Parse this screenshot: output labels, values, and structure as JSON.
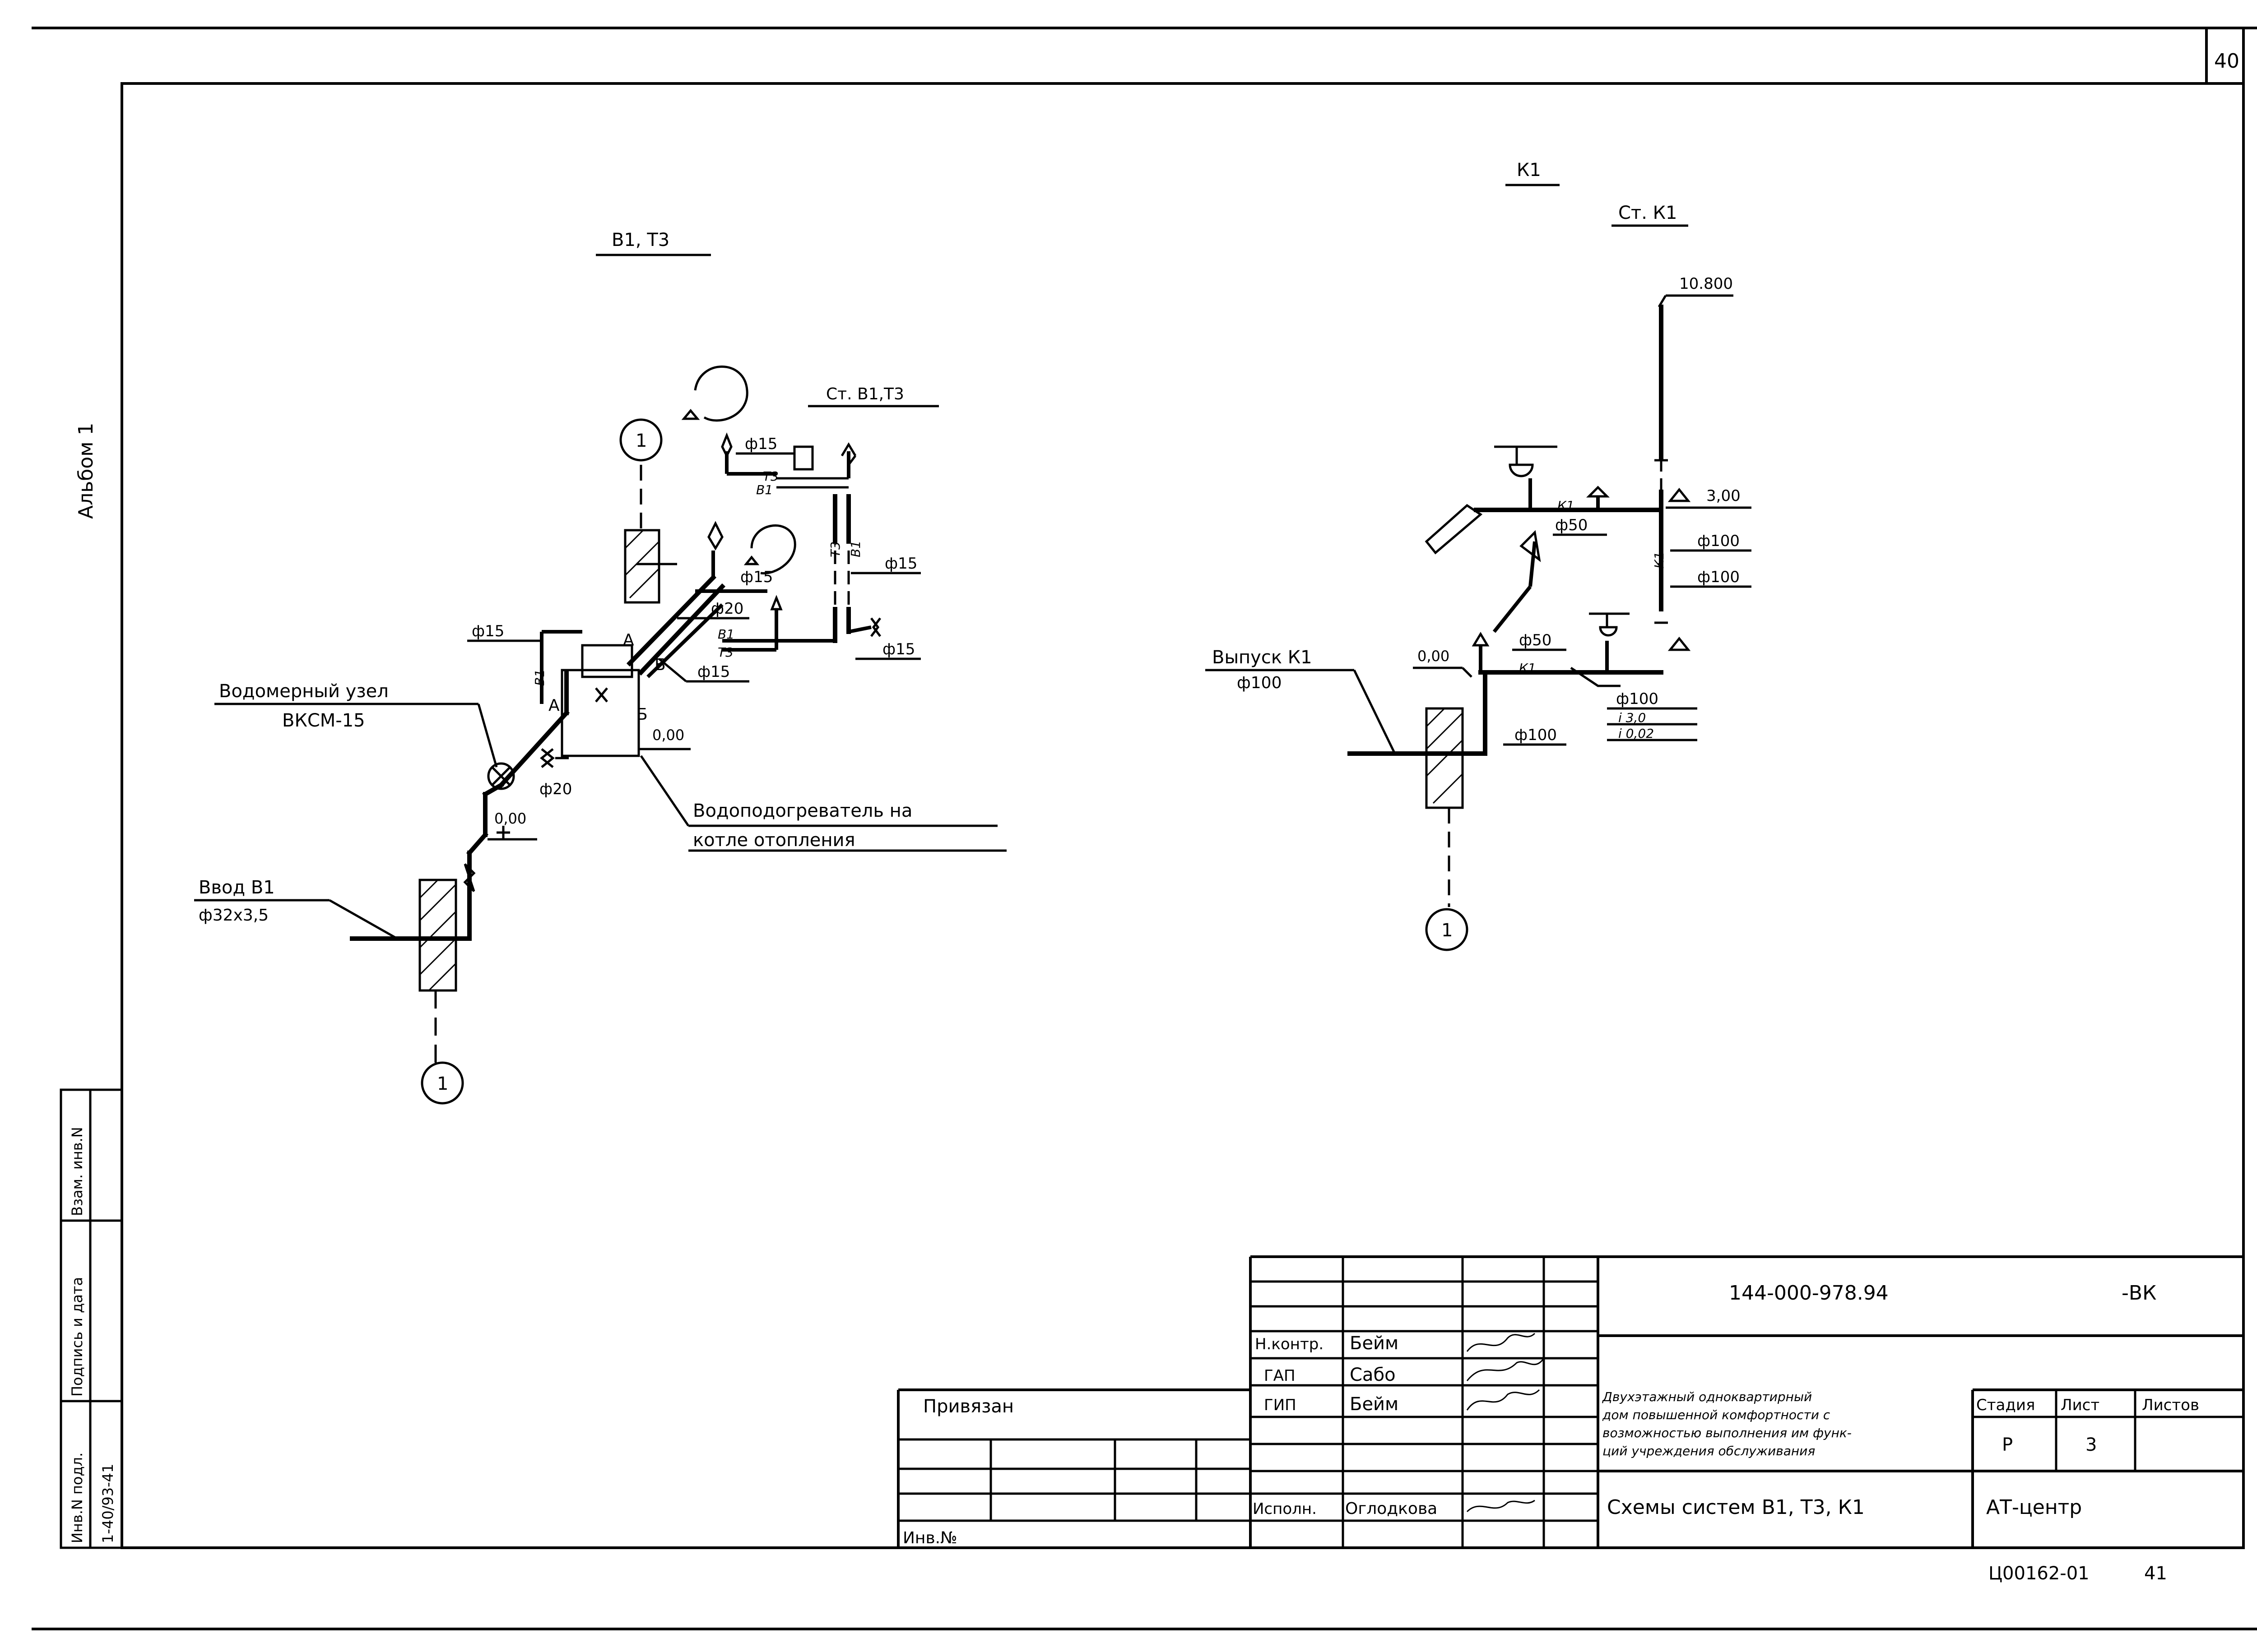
{
  "sheet_number": "40",
  "album_label": "Альбом 1",
  "left_stamp": {
    "inv_podl_label": "Инв.N подл.",
    "inv_podl_value": "1-40/93-41",
    "signature_label": "Подпись и дата",
    "vzam_label": "Взам. инв.N"
  },
  "scheme_b1t3": {
    "title": "В1, Т3",
    "riser_label": "Ст. В1,Т3",
    "meter_label_line1": "Водомерный узел",
    "meter_label_line2": "ВКСМ-15",
    "inlet_label": "Ввод В1",
    "inlet_size": "ф32х3,5",
    "heater_label_line1": "Водоподогреватель на",
    "heater_label_line2": "котле отопления",
    "elev_000_a": "0,00",
    "elev_000_b": "0,00",
    "d15_a": "ф15",
    "d15_b": "ф15",
    "d15_c": "ф15",
    "d15_d": "ф15",
    "d15_e": "ф15",
    "d15_f": "ф15",
    "d20_a": "ф20",
    "d20_b": "ф20",
    "mark_a1": "А",
    "mark_a2": "А",
    "mark_b1": "Б",
    "mark_b2": "Б",
    "lbl_b1_a": "В1",
    "lbl_t3_a": "Т3",
    "lbl_b1_b": "В1",
    "lbl_t3_b": "Т3",
    "lbl_b1_c": "В1",
    "lbl_t3_c": "Т3",
    "lbl_b1_d": "В1",
    "axis_1": "1"
  },
  "scheme_k1": {
    "title": "К1",
    "riser_label": "Ст. К1",
    "elev_top": "10.800",
    "elev_300": "3,00",
    "elev_000": "0,00",
    "outlet_label": "Выпуск К1",
    "outlet_size": "ф100",
    "d50_a": "ф50",
    "d50_b": "ф50",
    "d100_a": "ф100",
    "d100_b": "ф100",
    "d100_c": "ф100",
    "d100_d": "ф100",
    "slope_a": "i 3,0",
    "slope_b": "i 0,02",
    "lbl_k1_a": "К1",
    "lbl_k1_b": "К1",
    "lbl_k1_c": "К1",
    "axis_1": "1"
  },
  "title_block": {
    "doc_code": "144-000-978.94",
    "doc_suffix": "-ВК",
    "privyazan": "Привязан",
    "inv_no": "Инв.№",
    "roles": [
      {
        "role": "Н.контр.",
        "name": "Бейм"
      },
      {
        "role": "ГАП",
        "name": "Сабо"
      },
      {
        "role": "ГИП",
        "name": "Бейм"
      },
      {
        "role": "Исполн.",
        "name": "Оглодкова"
      }
    ],
    "project_line1": "Двухэтажный одноквартирный",
    "project_line2": "дом повышенной комфортности с",
    "project_line3": "возможностью выполнения им функ-",
    "project_line4": "ций учреждения обслуживания",
    "stage_label": "Стадия",
    "sheet_label": "Лист",
    "sheets_label": "Листов",
    "stage_value": "Р",
    "sheet_value": "3",
    "sheets_value": "",
    "drawing_title": "Схемы систем В1, Т3, К1",
    "company": "АТ-центр",
    "archive_code": "Ц00162-01",
    "archive_page": "41"
  }
}
